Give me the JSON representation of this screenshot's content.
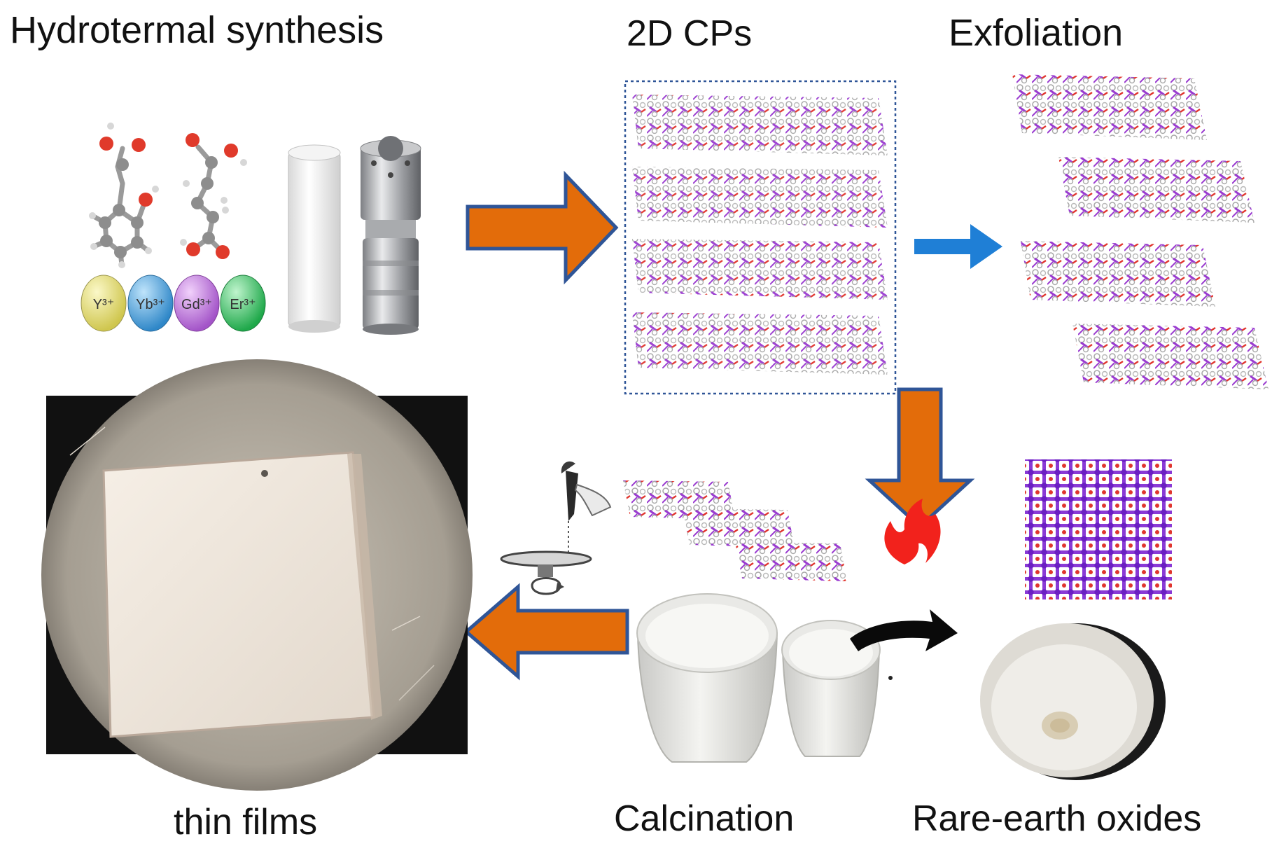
{
  "labels": {
    "hydrothermal": "Hydrotermal synthesis",
    "cps": "2D CPs",
    "exfoliation": "Exfoliation",
    "thin_films": "thin films",
    "calcination": "Calcination",
    "oxides": "Rare-earth oxides"
  },
  "ions": [
    "Y³⁺",
    "Yb³⁺",
    "Gd³⁺",
    "Er³⁺"
  ],
  "colors": {
    "arrow_orange": "#e36c0a",
    "arrow_outline": "#2f5597",
    "arrow_blue": "#1f7fd6",
    "ion_y": "#e6e07a",
    "ion_yb": "#4fa6e0",
    "ion_gd": "#c77be0",
    "ion_er": "#3fcf6a",
    "framework_purple": "#9a3bd0",
    "framework_red": "#e0352e"
  }
}
